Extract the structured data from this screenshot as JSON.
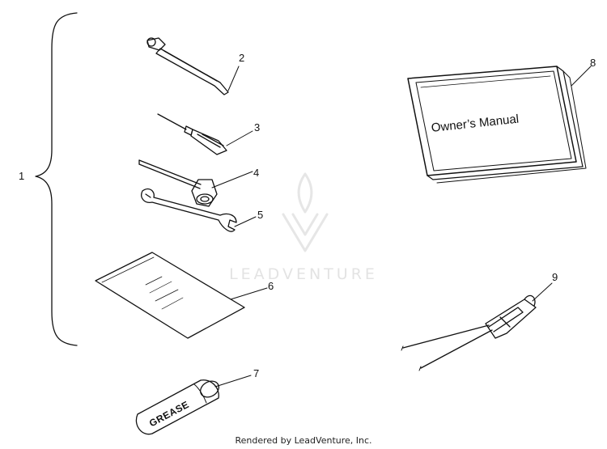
{
  "callouts": {
    "c1": "1",
    "c2": "2",
    "c3": "3",
    "c4": "4",
    "c5": "5",
    "c6": "6",
    "c7": "7",
    "c8": "8",
    "c9": "9"
  },
  "manual": {
    "title": "Owner’s Manual"
  },
  "grease": {
    "label": "GREASE"
  },
  "watermark": {
    "brand": "LEADVENTURE"
  },
  "footer": {
    "text": "Rendered by LeadVenture, Inc."
  }
}
